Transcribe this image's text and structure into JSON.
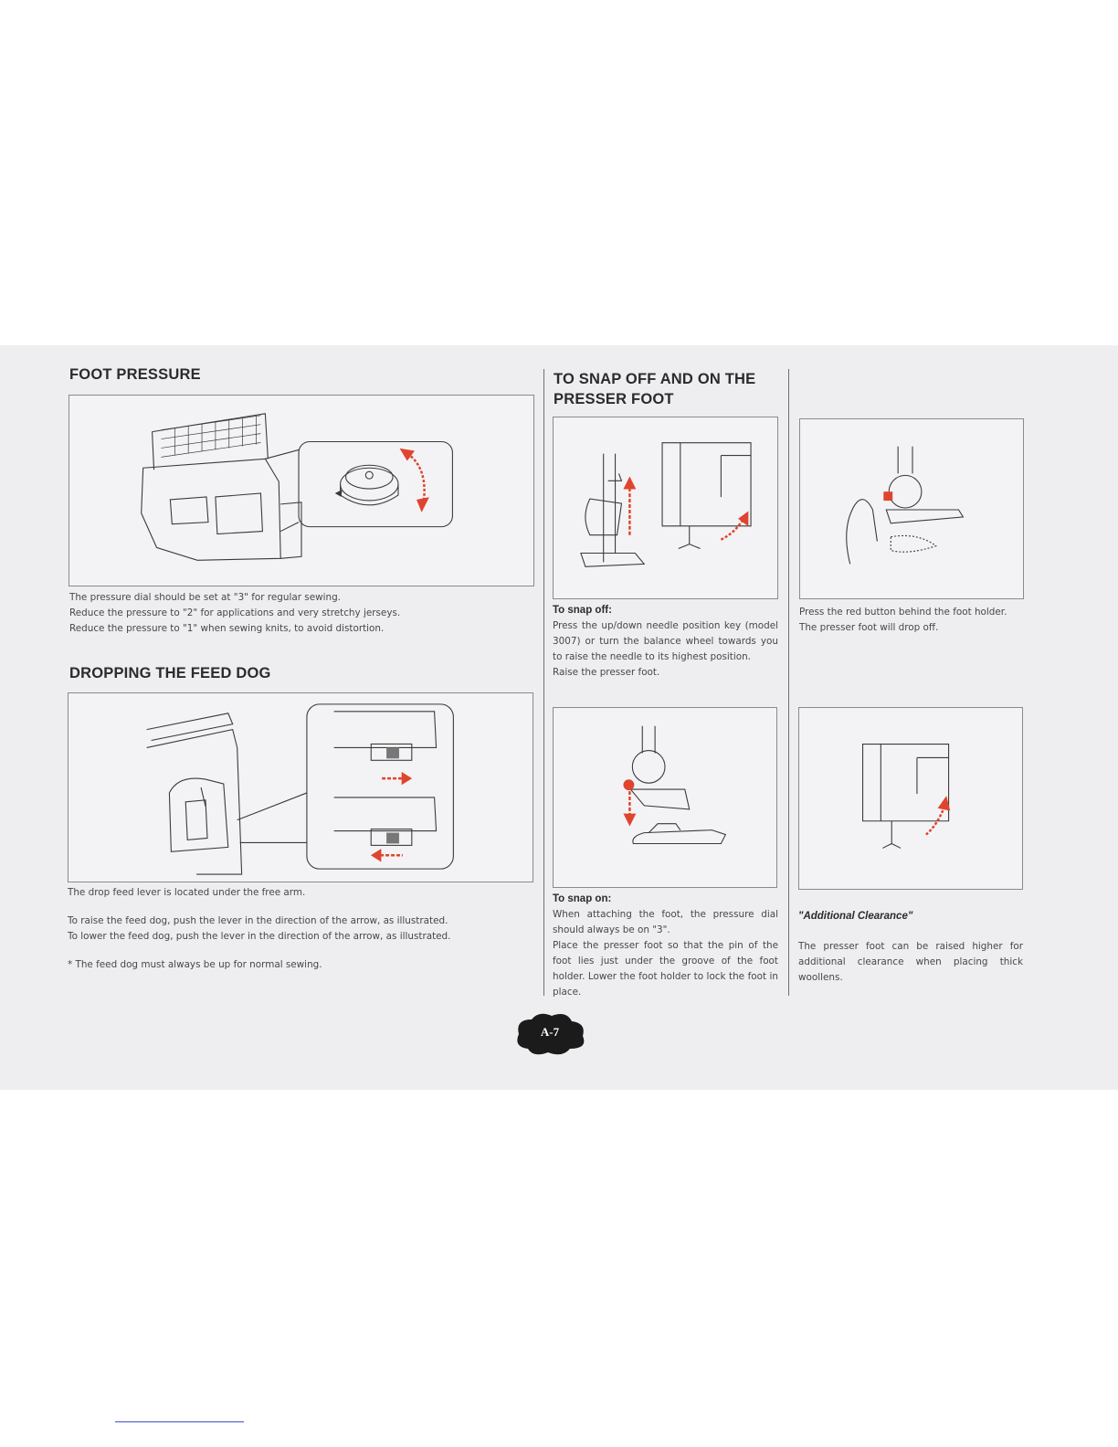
{
  "foot_pressure": {
    "heading": "FOOT PRESSURE",
    "lines": [
      "The pressure dial should be set at \"3\" for regular sewing.",
      "Reduce the pressure to \"2\" for applications and very stretchy jerseys.",
      "Reduce the pressure to \"1\" when sewing knits, to avoid distortion."
    ]
  },
  "feed_dog": {
    "heading": "DROPPING THE FEED DOG",
    "intro": "The drop feed lever is located under the free arm.",
    "raise": "To raise the feed dog, push the lever in the direction of the arrow, as illustrated.",
    "lower": "To lower the feed dog, push the lever in the direction of the arrow, as illustrated.",
    "note": "* The feed dog must always be up for normal sewing."
  },
  "snap": {
    "heading_line1": "TO SNAP OFF AND ON THE",
    "heading_line2": "PRESSER FOOT",
    "off_title": "To snap off:",
    "off_text": "Press the up/down needle position key (model 3007) or turn the balance wheel towards you to raise the needle to its highest position.",
    "off_text2": "Raise the presser foot.",
    "red_button_1": "Press the red button behind the foot holder.",
    "red_button_2": "The presser foot will drop off.",
    "on_title": "To snap on:",
    "on_text": "When attaching the foot, the pressure dial should always be on \"3\".",
    "on_text2": "Place the presser foot so that the pin of the foot lies just under the groove of the foot holder. Lower the foot holder to lock the foot in place.",
    "clearance_title": "\"Additional Clearance\"",
    "clearance_text": "The presser foot can be raised higher for additional clearance when placing thick woollens."
  },
  "page_number": "A-7",
  "colors": {
    "accent_red": "#e0442e",
    "rule": "#707070",
    "badge": "#1b1b1b"
  }
}
